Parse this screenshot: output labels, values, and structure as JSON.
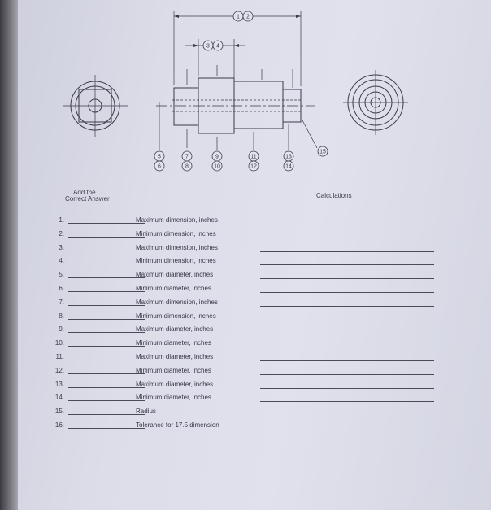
{
  "headers": {
    "answer_line1": "Add the",
    "answer_line2": "Correct Answer",
    "calculations": "Calculations"
  },
  "balloons": [
    "1",
    "2",
    "3",
    "4",
    "5",
    "6",
    "7",
    "8",
    "9",
    "10",
    "11",
    "12",
    "13",
    "14",
    "15"
  ],
  "questions": [
    {
      "num": "1.",
      "label": "Maximum dimension, inches"
    },
    {
      "num": "2.",
      "label": "Minimum dimension, inches"
    },
    {
      "num": "3.",
      "label": "Maximum dimension, inches"
    },
    {
      "num": "4.",
      "label": "Minimum dimension, inches"
    },
    {
      "num": "5.",
      "label": "Maximum diameter, inches"
    },
    {
      "num": "6.",
      "label": "Minimum diameter, inches"
    },
    {
      "num": "7.",
      "label": "Maximum dimension, inches"
    },
    {
      "num": "8.",
      "label": "Minimum dimension, inches"
    },
    {
      "num": "9.",
      "label": "Maximum diameter, inches"
    },
    {
      "num": "10.",
      "label": "Minimum diameter, inches"
    },
    {
      "num": "11.",
      "label": "Maximum diameter, inches"
    },
    {
      "num": "12.",
      "label": "Minimum diameter, inches"
    },
    {
      "num": "13.",
      "label": "Maximum diameter, inches"
    },
    {
      "num": "14.",
      "label": "Minimum diameter, inches"
    },
    {
      "num": "15.",
      "label": "Radius"
    },
    {
      "num": "16.",
      "label": "Tolerance for 17.5 dimension"
    }
  ]
}
